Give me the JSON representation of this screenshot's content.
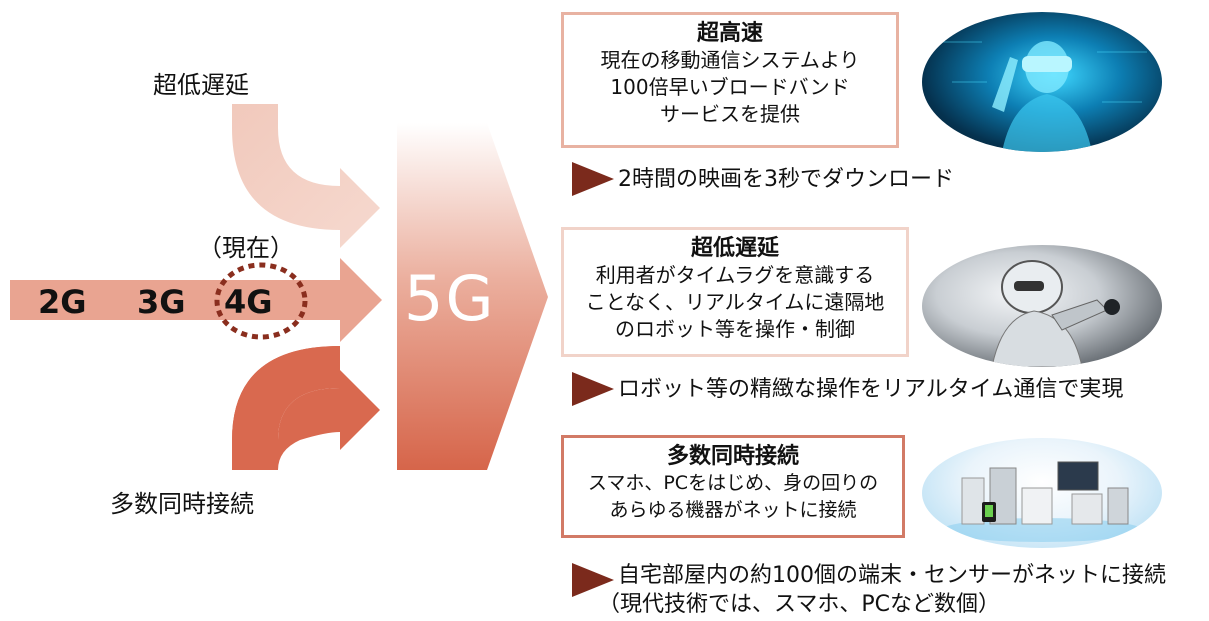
{
  "left": {
    "top_label": "超低遅延",
    "bottom_label": "多数同時接続",
    "current_label": "（現在）",
    "generations": [
      "2G",
      "3G",
      "4G"
    ],
    "center_label": "5G"
  },
  "features": [
    {
      "title": "超高速",
      "lines": [
        "現在の移動通信システムより",
        "100倍早いブロードバンド",
        "サービスを提供"
      ],
      "notes": [
        "2時間の映画を3秒でダウンロード"
      ],
      "image_icon": "vr-person-icon"
    },
    {
      "title": "超低遅延",
      "lines": [
        "利用者がタイムラグを意識する",
        "ことなく、リアルタイムに遠隔地",
        "のロボット等を操作・制御"
      ],
      "notes": [
        "ロボット等の精緻な操作をリアルタイム通信で実現"
      ],
      "image_icon": "robot-icon"
    },
    {
      "title": "多数同時接続",
      "lines": [
        "スマホ、PCをはじめ、身の回りの",
        "あらゆる機器がネットに接続"
      ],
      "notes": [
        "自宅部屋内の約100個の端末・センサーがネットに接続",
        "（現代技術では、スマホ、PCなど数個）"
      ],
      "image_icon": "appliances-icon"
    }
  ],
  "colors": {
    "arrow_light": "#eebfb0",
    "arrow_mid": "#e59a86",
    "arrow_dark": "#d9694f",
    "marker": "#7b2a1c",
    "dotted_circle": "#8a2e1e"
  }
}
